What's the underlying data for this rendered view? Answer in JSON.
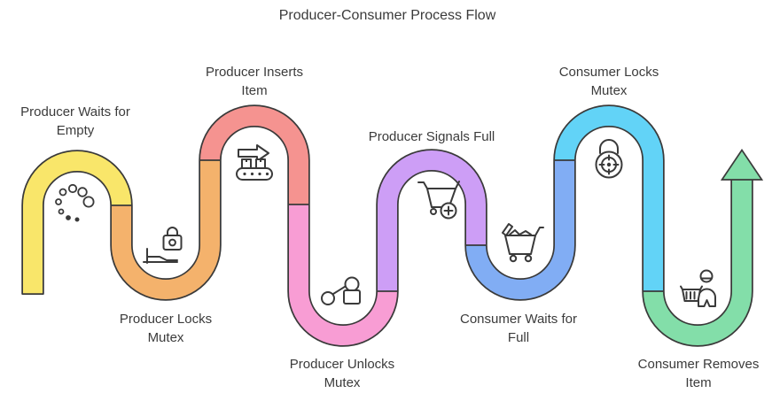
{
  "title": "Producer-Consumer Process Flow",
  "diagram": {
    "type": "serpentine-process-flow",
    "outline_color": "#3a3a3a",
    "text_color": "#3b3b3b",
    "background": "#ffffff"
  },
  "stages": [
    {
      "label": "Producer Waits for Empty",
      "line1": "Producer Waits for",
      "line2": "Empty",
      "color": "#f9e66a",
      "icon": "spinner-dots-icon",
      "label_position": "top"
    },
    {
      "label": "Producer Locks Mutex",
      "line1": "Producer Locks",
      "line2": "Mutex",
      "color": "#f4b26c",
      "icon": "lock-hand-icon",
      "label_position": "bottom"
    },
    {
      "label": "Producer Inserts Item",
      "line1": "Producer Inserts",
      "line2": "Item",
      "color": "#f59390",
      "icon": "conveyor-icon",
      "label_position": "top"
    },
    {
      "label": "Producer Unlocks Mutex",
      "line1": "Producer Unlocks",
      "line2": "Mutex",
      "color": "#f89dd4",
      "icon": "unlock-share-icon",
      "label_position": "bottom"
    },
    {
      "label": "Producer Signals Full",
      "line1": "Producer Signals Full",
      "line2": "",
      "color": "#cd9ef6",
      "icon": "cart-add-icon",
      "label_position": "top"
    },
    {
      "label": "Consumer Waits for Full",
      "line1": "Consumer Waits for",
      "line2": "Full",
      "color": "#81adf4",
      "icon": "cart-full-icon",
      "label_position": "bottom"
    },
    {
      "label": "Consumer Locks Mutex",
      "line1": "Consumer Locks",
      "line2": "Mutex",
      "color": "#62d3f7",
      "icon": "combo-lock-icon",
      "label_position": "top"
    },
    {
      "label": "Consumer Removes Item",
      "line1": "Consumer Removes",
      "line2": "Item",
      "color": "#83dea9",
      "icon": "shopper-icon",
      "label_position": "bottom"
    }
  ]
}
